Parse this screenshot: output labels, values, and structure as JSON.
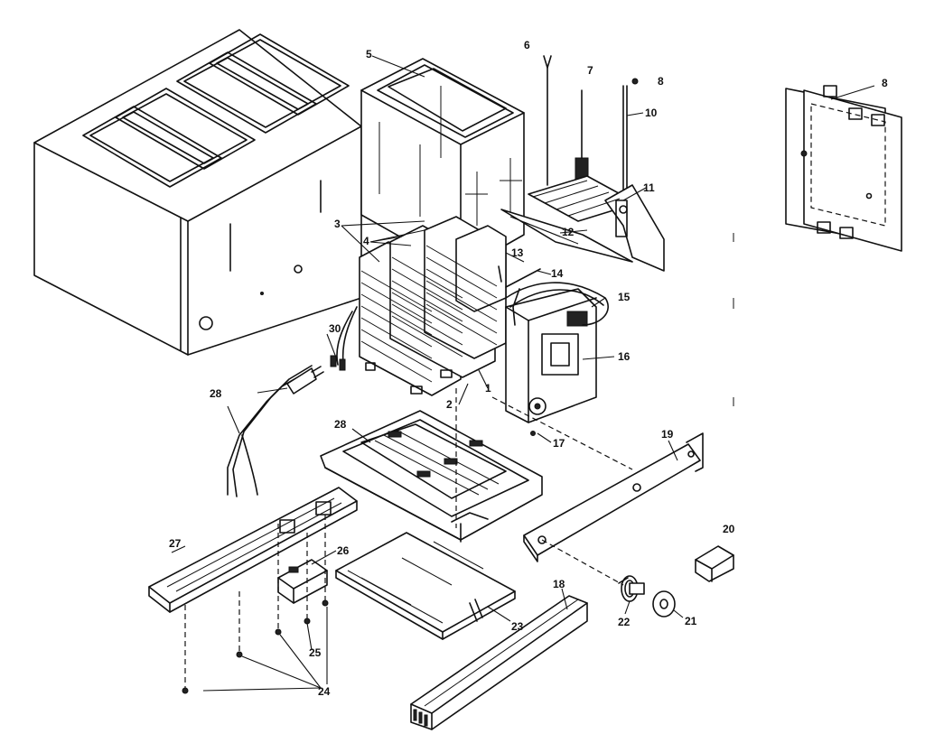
{
  "labels": {
    "p1": "1",
    "p2": "2",
    "p3": "3",
    "p4": "4",
    "p5": "5",
    "p6": "6",
    "p7": "7",
    "p8a": "8",
    "p8b": "8",
    "p10": "10",
    "p11": "11",
    "p12": "12",
    "p13": "13",
    "p14": "14",
    "p15": "15",
    "p16": "16",
    "p17": "17",
    "p18": "18",
    "p19": "19",
    "p20": "20",
    "p21": "21",
    "p22": "22",
    "p23": "23",
    "p24": "24",
    "p25": "25",
    "p26": "26",
    "p27": "27",
    "p28a": "28",
    "p28b": "28",
    "p30": "30"
  }
}
